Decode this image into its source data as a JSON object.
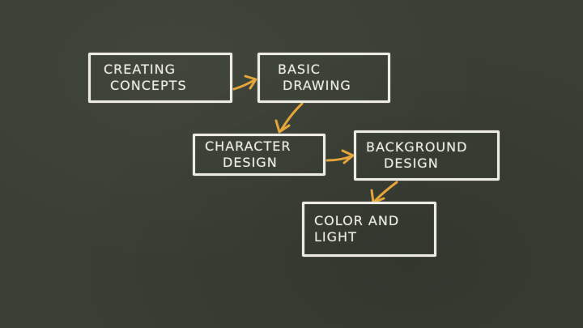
{
  "diagram": {
    "nodes": [
      {
        "id": "creating-concepts",
        "lines": [
          "CREATING",
          "CONCEPTS"
        ]
      },
      {
        "id": "basic-drawing",
        "lines": [
          "BASIC",
          "DRAWING"
        ]
      },
      {
        "id": "character-design",
        "lines": [
          "CHARACTER",
          "DESIGN"
        ]
      },
      {
        "id": "background-design",
        "lines": [
          "BACKGROUND",
          "DESIGN"
        ]
      },
      {
        "id": "color-and-light",
        "lines": [
          "COLOR AND",
          "LIGHT"
        ]
      }
    ],
    "edges": [
      {
        "from": "creating-concepts",
        "to": "basic-drawing"
      },
      {
        "from": "basic-drawing",
        "to": "character-design"
      },
      {
        "from": "character-design",
        "to": "background-design"
      },
      {
        "from": "background-design",
        "to": "color-and-light"
      }
    ],
    "colors": {
      "board": "#3a3f35",
      "chalk": "#ecece4",
      "arrow": "#e4a53a"
    }
  }
}
